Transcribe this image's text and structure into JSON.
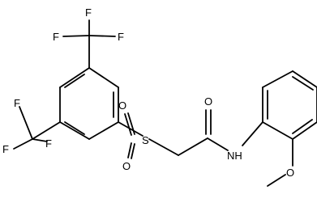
{
  "molecule": {
    "atoms": {
      "f1": "F",
      "f2": "F",
      "f3": "F",
      "f4": "F",
      "f5": "F",
      "f6": "F",
      "s": "S",
      "o_s1": "O",
      "o_s2": "O",
      "o_carbonyl": "O",
      "nh": "NH",
      "o_methoxy": "O"
    }
  },
  "colors": {
    "bond": "#000000",
    "background": "#ffffff"
  }
}
